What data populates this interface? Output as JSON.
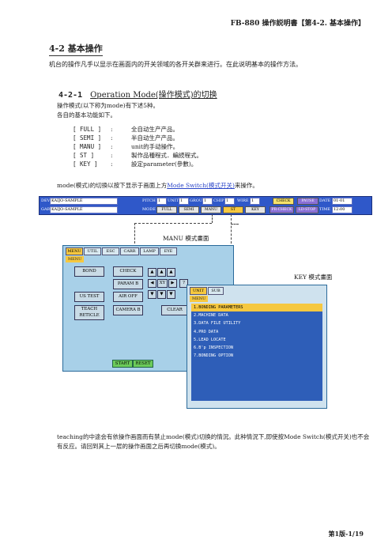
{
  "header": {
    "text": "FB-880 操作説明書【第4-2. 基本操作】"
  },
  "section": {
    "title": "4-2   基本操作"
  },
  "intro_text": "机台的操作凡手以显示在画面内的开关领域的各开关群来进行。在此说明基本的操作方法。",
  "subsection": {
    "num": "4-2-1",
    "title": "Operation Mode(操作模式)的切换"
  },
  "intro_lines": [
    "操作模式(以下称为mode)有下述5种。",
    "各自的基本功能如下。"
  ],
  "modes": [
    {
      "key": "[ FULL ]",
      "sep": ":",
      "desc": "全自动生产产品。"
    },
    {
      "key": "[ SEMI ]",
      "sep": ":",
      "desc": "半自动生产产品。"
    },
    {
      "key": "[ MANU ]",
      "sep": ":",
      "desc": "unit的手动操作。"
    },
    {
      "key": "[  ST  ]",
      "sep": ":",
      "desc": "製作品種程式．編続程式。"
    },
    {
      "key": "[ KEY  ]",
      "sep": ":",
      "desc": "設定parameter(參數)。"
    }
  ],
  "switch_text": {
    "before": "mode(模式)的切換以按下显示于画面上方",
    "link": "Mode Switch(模式开关)",
    "after": "来操作。"
  },
  "toolbar": {
    "dev_label": "DEV",
    "dev_value": "KAIJO-SAMPLE",
    "gar_label": "GAR",
    "gar_value": "KAIJO-SAMPLE",
    "pitch_label": "PITCH",
    "pitch_value": "1",
    "unit_label": "UNIT",
    "unit_value": "1",
    "group_label": "GROUP",
    "group_value": "1",
    "chip_label": "CHIP",
    "chip_value": "1",
    "wire_label": "WIRE",
    "wire_value": "1",
    "check_label": "CHECK",
    "pause_label": "PAUSE",
    "date_label": "DATE",
    "date_value": "01-01",
    "mode_label": "MODE",
    "mode_buttons": [
      "FULL",
      "SEMI",
      "MANU",
      "ST",
      "KEY"
    ],
    "pre_check": "PR-CHECK",
    "ld_stop": "LD-STOP",
    "time_label": "TIME",
    "time_value": "12:00"
  },
  "callouts": {
    "manu": "MANU 模式畫面",
    "key": "KEY 模式畫面"
  },
  "manu_window": {
    "tabs": [
      "MENU",
      "UTIL",
      "ESC",
      "CARR",
      "LAMP",
      "EYE"
    ],
    "sub_tab": "MENU",
    "buttons": [
      "BOND",
      "CHECK",
      "PARAM B",
      "US TEST",
      "AIR OFF",
      "TEACH RETICLE",
      "CAMERA B",
      "CLEAR"
    ],
    "xy_label": "XY",
    "q_label": "?",
    "start": "START",
    "reset": "RESET"
  },
  "key_window": {
    "tabs": [
      "UNIT",
      "SUB"
    ],
    "sub_tab": "MENU",
    "items": [
      "1.BONDING PARAMETERS",
      "2.MACHINE DATA",
      "3.DATA FILE UTILITY",
      "4.PRO DATA",
      "5.LEAD LOCATE",
      "6.B'p INSPECTION",
      "7.BONDING OPTION"
    ]
  },
  "footer_text": "teaching的中途会有依操作画面而有禁止mode(模式)切換的情況。此种情況下,即使按Mode Switch(模式开关)也不会有反应。请回到其上一层的操作画面之后再切換mode(模式)。",
  "page_number": "第1版-1/19"
}
